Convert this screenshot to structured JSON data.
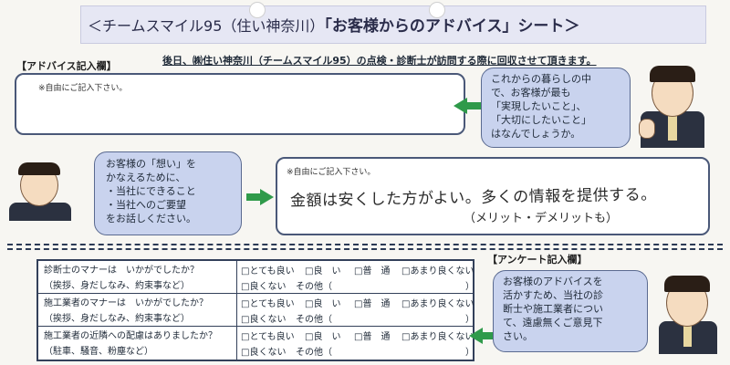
{
  "header": {
    "title_prefix": "＜チームスマイル95（住い神奈川）",
    "title_main": "「お客様からのアドバイス」シート＞",
    "subtitle": "後日、㈱住い神奈川（チームスマイル95）の点検・診断士が訪問する際に回収させて頂きます。"
  },
  "advice": {
    "section_label": "【アドバイス記入欄】",
    "hint1": "※自由にご記入下さい。",
    "bubble1": [
      "これからの暮らしの中",
      "で、お客様が最も",
      "「実現したいこと」、",
      "「大切にしたいこと」",
      "はなんでしょうか。"
    ],
    "bubble2": [
      "お客様の「想い」を",
      "かなえるために、",
      "・当社にできること",
      "・当社へのご要望",
      "をお話しください。"
    ],
    "hint2": "※自由にご記入下さい。",
    "handwriting_line1": "金額は安くした方がよい。多くの情報を提供する。",
    "handwriting_line2": "（メリット・デメリットも）"
  },
  "survey": {
    "section_label": "【アンケート記入欄】",
    "rows": [
      {
        "q1": "診断士のマナーは　いかがでしたか？",
        "q2": "（挨拶、身だしなみ、約束事など）"
      },
      {
        "q1": "施工業者のマナーは　いかがでしたか？",
        "q2": "（挨拶、身だしなみ、約束事など）"
      },
      {
        "q1": "施工業者の近隣への配慮はありましたか？",
        "q2": "（駐車、騒音、粉塵など）"
      }
    ],
    "options_top": [
      "□とても良い",
      "□良　い",
      "□普　通",
      "□あまり良くない"
    ],
    "options_bottom": [
      "□良くない",
      "その他（",
      "）"
    ],
    "bubble": [
      "お客様のアドバイスを",
      "活かすため、当社の診",
      "断士や施工業者につい",
      "て、遠慮無くご意見下",
      "さい。"
    ]
  }
}
